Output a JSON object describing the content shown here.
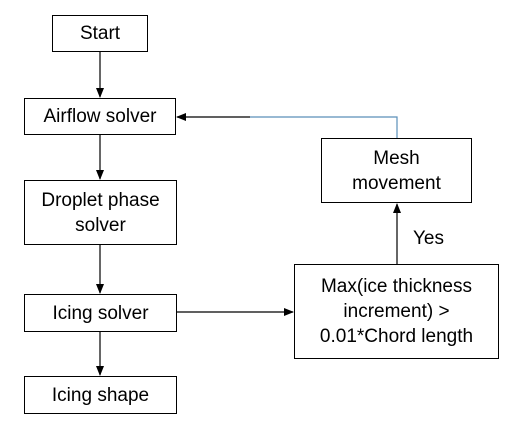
{
  "nodes": {
    "start": "Start",
    "airflow_solver": "Airflow solver",
    "droplet_solver": "Droplet phase\nsolver",
    "icing_solver": "Icing solver",
    "icing_shape": "Icing shape",
    "mesh_movement": "Mesh\nmovement",
    "condition": "Max(ice thickness\nincrement) >\n0.01*Chord length"
  },
  "edge_labels": {
    "yes": "Yes"
  },
  "colors": {
    "stroke": "#000000",
    "feedback_line": "#5b8fb9",
    "background": "#ffffff"
  }
}
